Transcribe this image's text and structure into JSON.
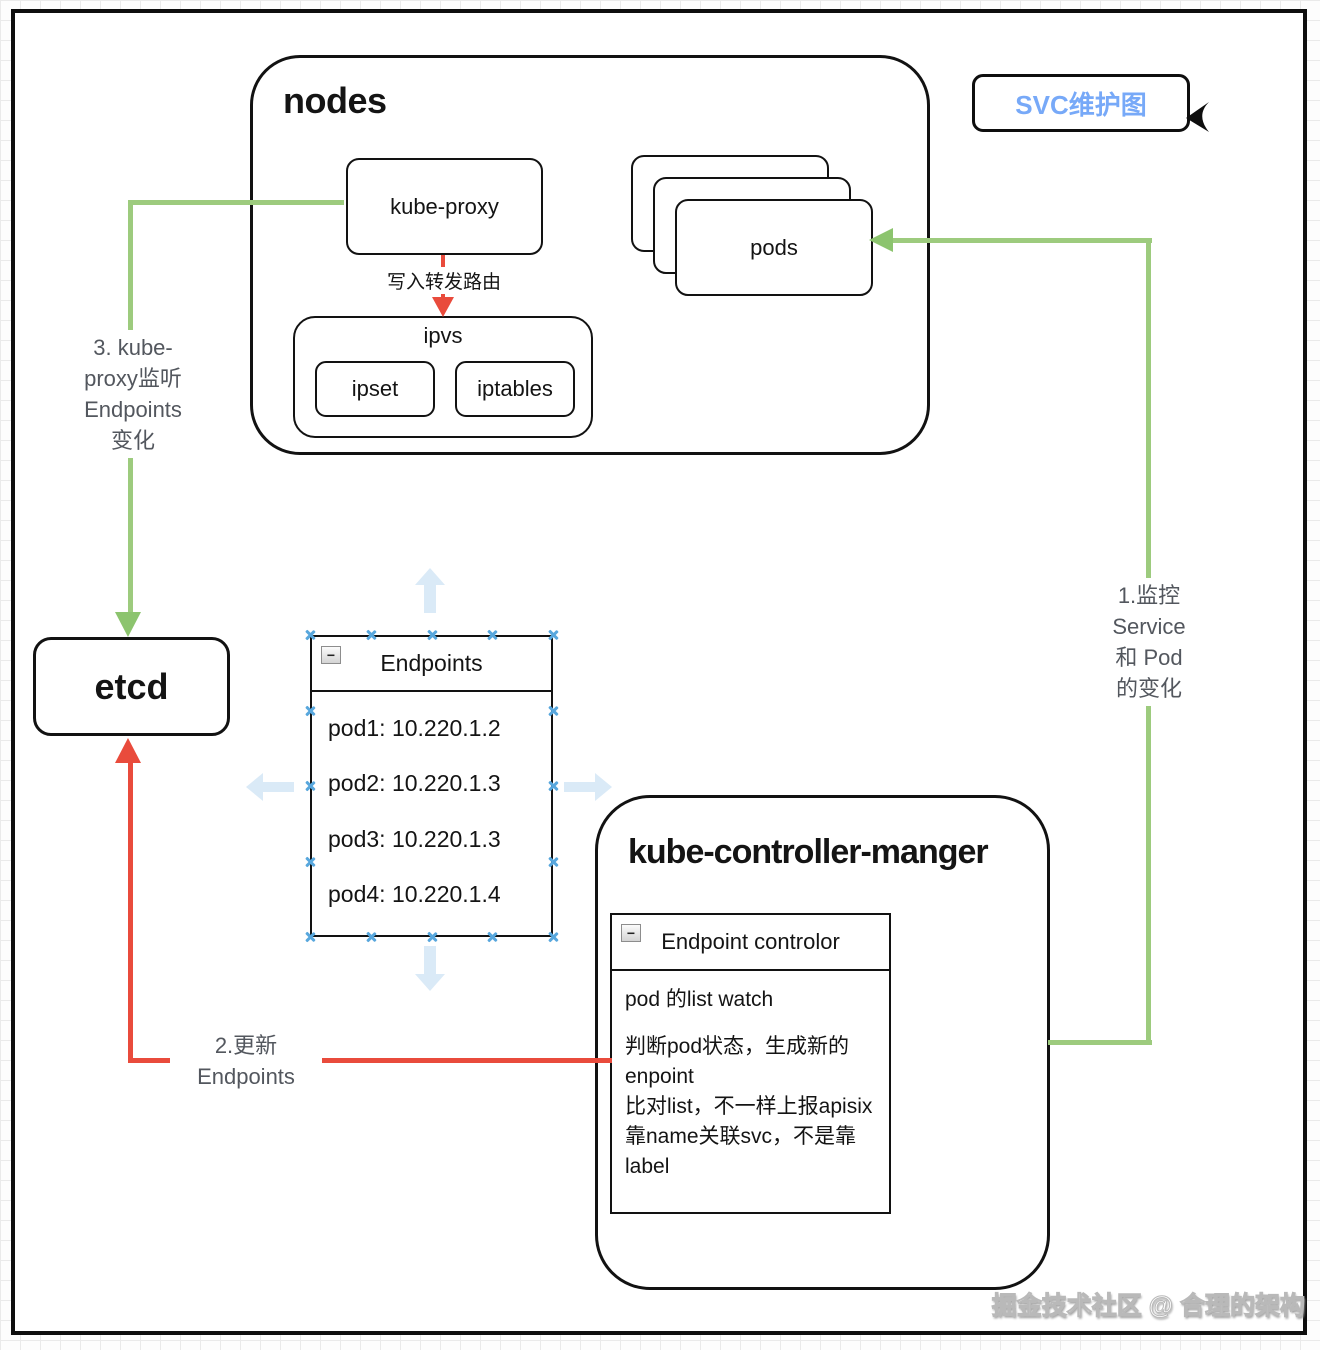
{
  "badge": {
    "label": "SVC维护图"
  },
  "nodes_group": {
    "title": "nodes",
    "kube_proxy_label": "kube-proxy",
    "route_label": "写入转发路由",
    "ipvs_title": "ipvs",
    "ipset_label": "ipset",
    "iptables_label": "iptables",
    "pods_label": "pods"
  },
  "etcd_label": "etcd",
  "endpoints_table": {
    "header": "Endpoints",
    "rows": [
      "pod1: 10.220.1.2",
      "pod2: 10.220.1.3",
      "pod3: 10.220.1.3",
      "pod4: 10.220.1.4"
    ]
  },
  "controller_group": {
    "title": "kube-controller-manger",
    "table_header": "Endpoint controlor",
    "body_lines": [
      "pod 的list watch",
      "判断pod状态，生成新的enpoint",
      "比对list，不一样上报apisix",
      "靠name关联svc，不是靠label"
    ]
  },
  "step_labels": {
    "step1_lines": [
      "1.监控",
      "Service",
      "和 Pod",
      "的变化"
    ],
    "step2_lines": [
      "2.更新",
      "Endpoints"
    ],
    "step3_lines": [
      "3. kube-",
      "proxy监听",
      "Endpoints",
      "变化"
    ]
  },
  "icons": {
    "collapse_glyph": "−"
  },
  "watermark": "掘金技术社区 @ 合理的架构",
  "colors": {
    "line_green": "#9dcb7e",
    "line_red": "#e94b3c",
    "badge_blue": "#77a9f8",
    "handle_blue": "#58a7dd",
    "pale_arrow_blue": "#daeaf7",
    "label_gray": "#53575e"
  }
}
